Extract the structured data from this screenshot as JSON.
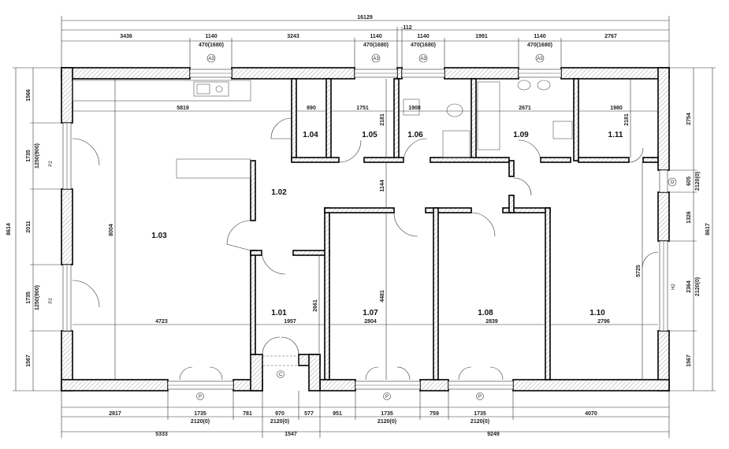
{
  "overall": {
    "top_total": "16129",
    "left_total": "8614",
    "right_total": "8617"
  },
  "top_row1": [
    "3436",
    "1140",
    "3243",
    "1140",
    "112",
    "1140",
    "1991",
    "1140",
    "2767"
  ],
  "window_sizes": {
    "top": "470(1680)",
    "side": "1250(900)",
    "side_right": "2120(0)",
    "bottom": "2120(0)"
  },
  "left_dims": [
    "1566",
    "1735",
    "2011",
    "1735",
    "1567"
  ],
  "right_dims": [
    "2754",
    "605",
    "1326",
    "2364",
    "1567"
  ],
  "bottom_row1": [
    "2817",
    "1735",
    "781",
    "970",
    "577",
    "951",
    "1735",
    "759",
    "1735",
    "4070"
  ],
  "bottom_row2": [
    "5333",
    "1547",
    "9249"
  ],
  "rooms": {
    "r101": "1.01",
    "r102": "1.02",
    "r103": "1.03",
    "r104": "1.04",
    "r105": "1.05",
    "r106": "1.06",
    "r107": "1.07",
    "r108": "1.08",
    "r109": "1.09",
    "r110": "1.10",
    "r111": "1.11"
  },
  "inner_dims": {
    "d5819": "5819",
    "d890": "890",
    "d1751": "1751",
    "d2181a": "2181",
    "d1908": "1908",
    "d2671": "2671",
    "d1980": "1980",
    "d2181b": "2181",
    "d1144": "1144",
    "d8004": "8004",
    "d4481": "4481",
    "d5725": "5725",
    "d2661": "2661",
    "d4723": "4723",
    "d1957": "1957",
    "d2804": "2804",
    "d2839": "2839",
    "d2796": "2796"
  },
  "tags": {
    "a3": "A3",
    "p": "P",
    "p2": "P2",
    "h2": "H2",
    "o": "O",
    "c": "C"
  }
}
